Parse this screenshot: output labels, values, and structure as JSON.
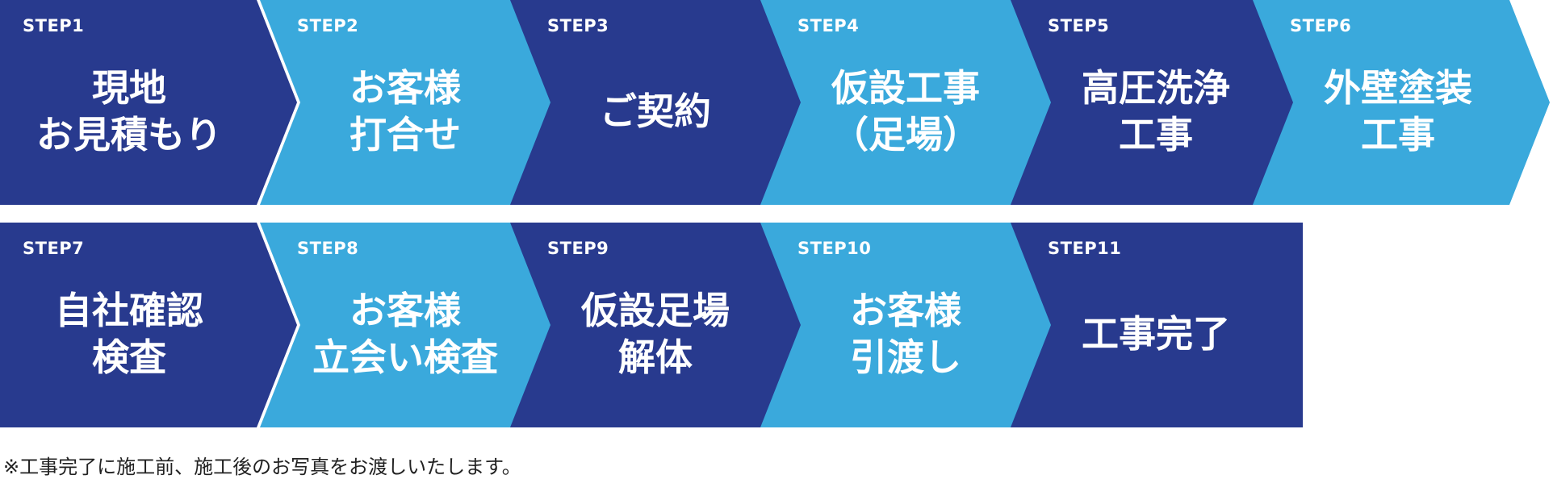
{
  "colors": {
    "dark": "#283a8e",
    "light": "#3aa9dc"
  },
  "steps": [
    {
      "label": "STEP1",
      "title": "現地\nお見積もり",
      "color": "dark"
    },
    {
      "label": "STEP2",
      "title": "お客様\n打合せ",
      "color": "light"
    },
    {
      "label": "STEP3",
      "title": "ご契約",
      "color": "dark"
    },
    {
      "label": "STEP4",
      "title": "仮設工事\n（足場）",
      "color": "light"
    },
    {
      "label": "STEP5",
      "title": "高圧洗浄\n工事",
      "color": "dark"
    },
    {
      "label": "STEP6",
      "title": "外壁塗装\n工事",
      "color": "light"
    },
    {
      "label": "STEP7",
      "title": "自社確認\n検査",
      "color": "dark"
    },
    {
      "label": "STEP8",
      "title": "お客様\n立会い検査",
      "color": "light"
    },
    {
      "label": "STEP9",
      "title": "仮設足場\n解体",
      "color": "dark"
    },
    {
      "label": "STEP10",
      "title": "お客様\n引渡し",
      "color": "light"
    },
    {
      "label": "STEP11",
      "title": "工事完了",
      "color": "dark"
    }
  ],
  "note": "※工事完了に施工前、施工後のお写真をお渡しいたします。"
}
